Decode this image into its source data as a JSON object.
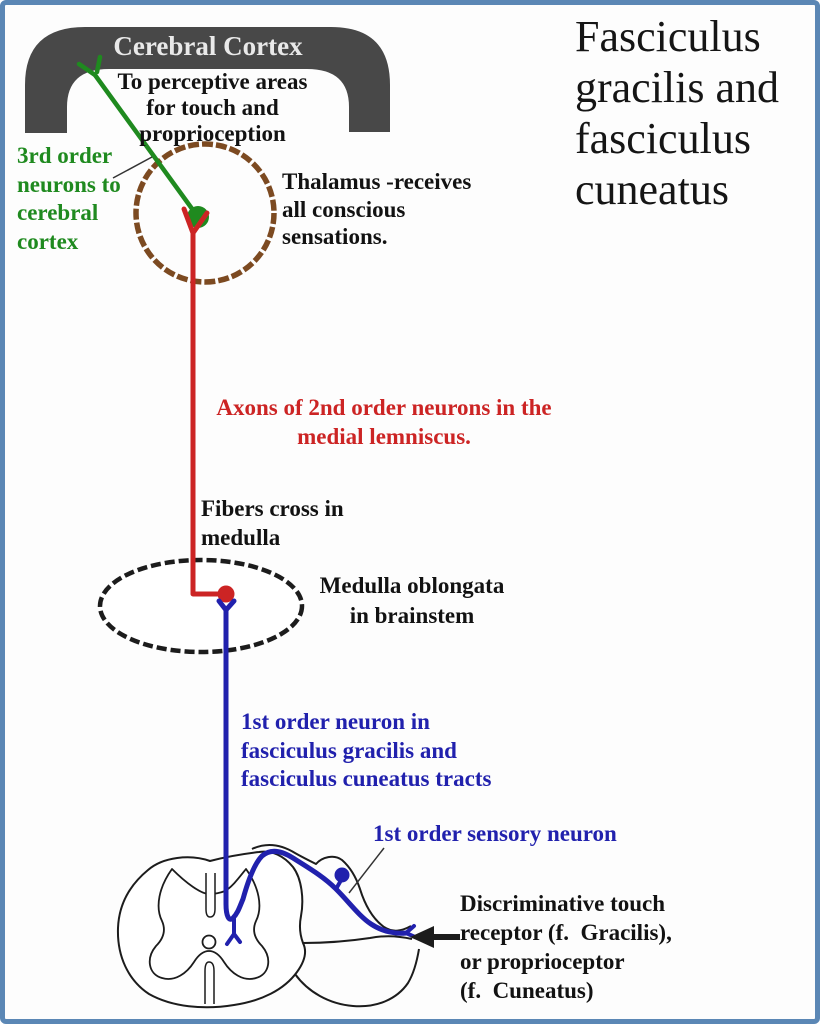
{
  "frame": {
    "border_color": "#5b87b5",
    "background": "#fdfdfd"
  },
  "title": {
    "text": "Fasciculus\ngracilis and\nfasciculus\ncuneatus",
    "color": "#151515"
  },
  "labels": {
    "cerebral_cortex": {
      "text": "Cerebral Cortex",
      "color": "#e9e9e9"
    },
    "perceptive": {
      "text": "To perceptive areas\nfor touch and\nproprioception",
      "color": "#121212"
    },
    "third_order": {
      "text": "3rd order\nneurons to\ncerebral\ncortex",
      "color": "#1f8a1f"
    },
    "thalamus": {
      "text": "Thalamus -receives\nall conscious\nsensations.",
      "color": "#121212"
    },
    "axons": {
      "text": "Axons of 2nd order neurons in the\nmedial lemniscus.",
      "color": "#cc2424"
    },
    "fibers_cross": {
      "text": "Fibers cross in\nmedulla",
      "color": "#121212"
    },
    "medulla": {
      "text": "Medulla oblongata\nin brainstem",
      "color": "#121212"
    },
    "first_order_tracts": {
      "text": "1st order neuron in\nfasciculus gracilis and\nfasciculus cuneatus tracts",
      "color": "#2121ad"
    },
    "first_order_sensory": {
      "text": "1st order sensory neuron",
      "color": "#2121ad"
    },
    "receptor": {
      "text": "Discriminative touch\nreceptor (f.  Gracilis),\nor proprioceptor\n(f.  Cuneatus)",
      "color": "#121212"
    }
  },
  "colors": {
    "green": "#1f8a1f",
    "red": "#cc2424",
    "blue": "#2121ad",
    "brown": "#7c4a21",
    "arch_gray": "#484848",
    "outline": "#1c1c1c",
    "pointer": "#333333"
  }
}
